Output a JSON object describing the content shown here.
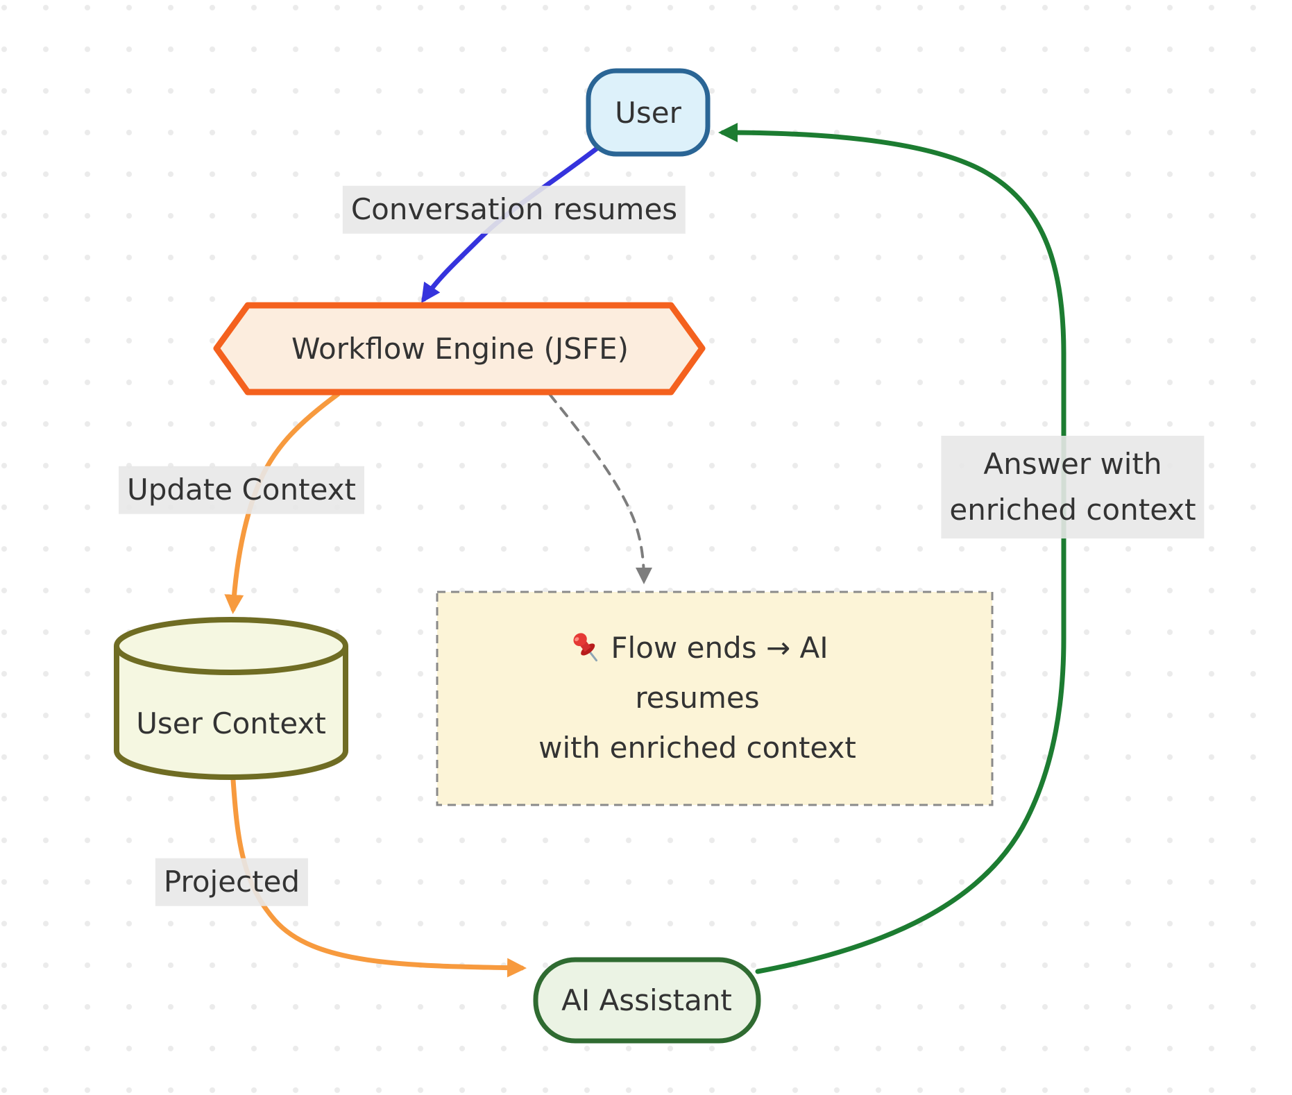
{
  "diagram": {
    "title_hint": "workflow-context-loop-flowchart",
    "nodes": {
      "user": {
        "label": "User",
        "fill": "#ddf1fa",
        "stroke": "#2a6595"
      },
      "workflow": {
        "label": "Workflow Engine (JSFE)",
        "fill": "#fcedde",
        "stroke": "#f4611e"
      },
      "user_context": {
        "label": "User Context",
        "fill": "#f5f7e1",
        "stroke": "#6f6c23"
      },
      "ai": {
        "label": "AI Assistant",
        "fill": "#ebf3e4",
        "stroke": "#2f6b31"
      }
    },
    "edges": {
      "conversation": {
        "label": "Conversation resumes",
        "color": "#3533dd"
      },
      "update": {
        "label": "Update Context",
        "color": "#f79a3e"
      },
      "projected": {
        "label": "Projected",
        "color": "#f79a3e"
      },
      "answer": {
        "label_line1": "Answer with",
        "label_line2": "enriched context",
        "color": "#1c7c31"
      },
      "to_note": {
        "color": "#7d7d7d"
      }
    },
    "note": {
      "icon": "pushpin-icon",
      "line1": "Flow ends → AI",
      "line2": "resumes",
      "line3": "with enriched context",
      "fill": "#fcf4d7",
      "stroke": "#8a8a8a"
    },
    "edge_label_bg": "#e8e8e8",
    "text_color": "#333333"
  }
}
